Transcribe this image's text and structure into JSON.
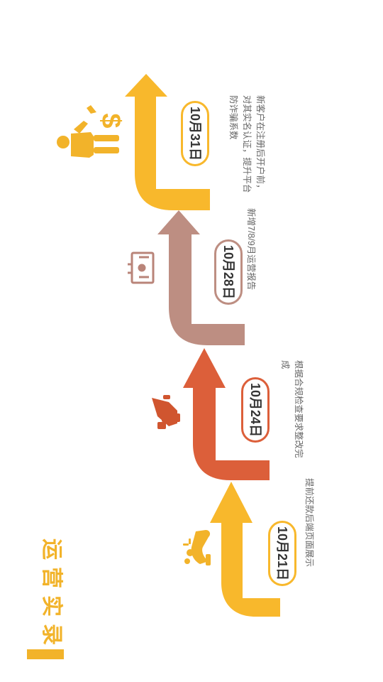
{
  "title": "运营实录",
  "colors": {
    "accent": "#f2b32a",
    "orange_red": "#dc5f3a",
    "dusty_rose": "#bd8e82",
    "text_dark": "#333333",
    "text_gray": "#666666"
  },
  "milestones": [
    {
      "date": "10月21日",
      "description": "提前还款后端页面展示",
      "color": "#f8b82c",
      "icon": "hand-coins-icon"
    },
    {
      "date": "10月24日",
      "description": "根据合规检查要求整改完成",
      "color": "#dc5f3a",
      "icon": "megaphone-icon"
    },
    {
      "date": "10月28日",
      "description": "新增7/8/9月运营报告",
      "color": "#bd8e82",
      "icon": "report-board-icon"
    },
    {
      "date": "10月31日",
      "description": "新客户在注册后开户前，对其实名认证，提升平台防诈骗系数",
      "color": "#f8b82c",
      "icon": "businessman-dollar-icon"
    }
  ]
}
